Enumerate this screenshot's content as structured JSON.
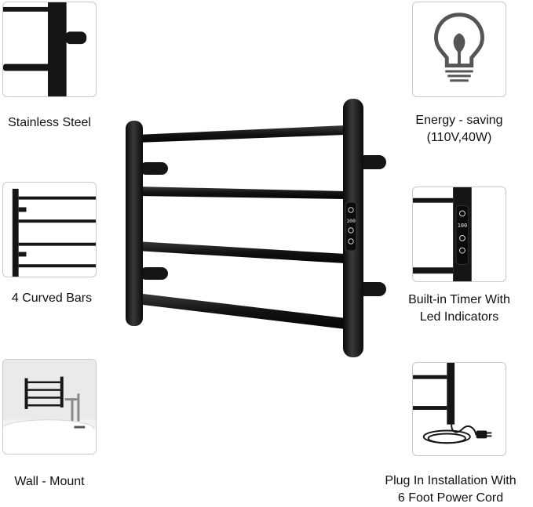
{
  "features": [
    {
      "id": "stainless-steel",
      "lines": [
        "Stainless Steel"
      ]
    },
    {
      "id": "curved-bars",
      "lines": [
        "4 Curved Bars"
      ]
    },
    {
      "id": "wall-mount",
      "lines": [
        "Wall - Mount"
      ]
    },
    {
      "id": "energy-saving",
      "lines": [
        "Energy - saving",
        "(110V,40W)"
      ]
    },
    {
      "id": "timer",
      "lines": [
        "Built-in Timer With",
        "Led Indicators"
      ]
    },
    {
      "id": "plug-in",
      "lines": [
        "Plug In Installation With",
        "6 Foot Power Cord"
      ]
    }
  ],
  "control_panel": {
    "display": "100"
  },
  "colors": {
    "rail": "#151515",
    "thumb_border": "#c9c9c9",
    "background": "#ffffff"
  }
}
